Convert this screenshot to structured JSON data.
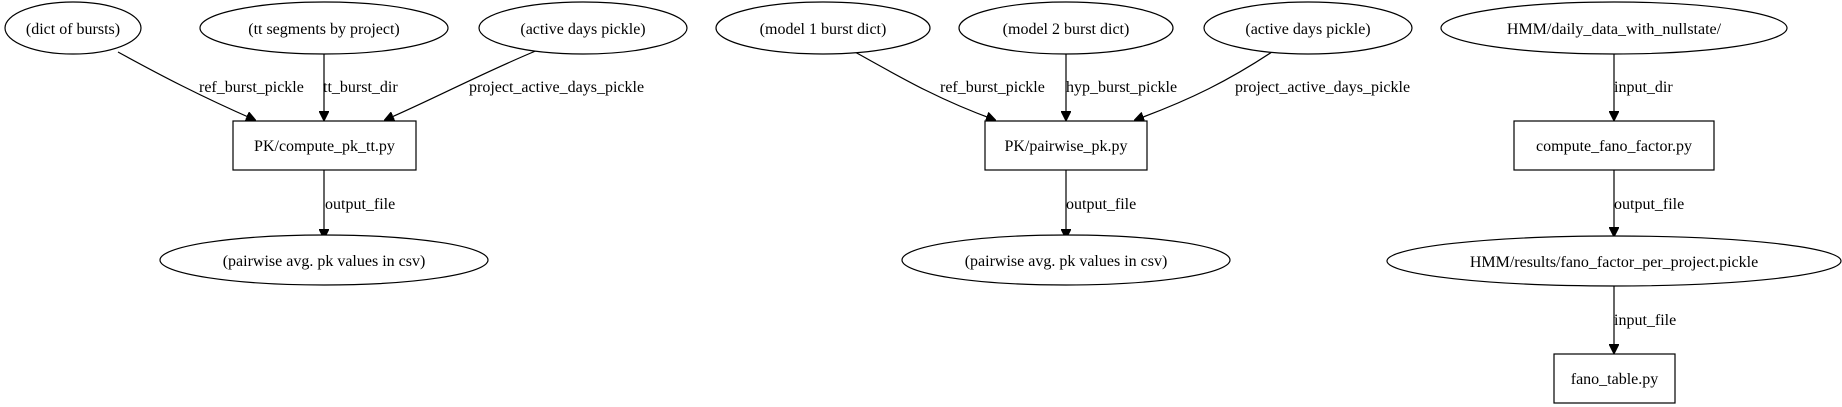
{
  "graph1": {
    "in1": "(dict of bursts)",
    "in2": "(tt segments by project)",
    "in3": "(active days pickle)",
    "script": "PK/compute_pk_tt.py",
    "out": "(pairwise avg. pk values in csv)",
    "e1": "ref_burst_pickle",
    "e2": "tt_burst_dir",
    "e3": "project_active_days_pickle",
    "e4": "output_file"
  },
  "graph2": {
    "in1": "(model 1 burst dict)",
    "in2": "(model 2 burst dict)",
    "in3": "(active days pickle)",
    "script": "PK/pairwise_pk.py",
    "out": "(pairwise avg. pk values in csv)",
    "e1": "ref_burst_pickle",
    "e2": "hyp_burst_pickle",
    "e3": "project_active_days_pickle",
    "e4": "output_file"
  },
  "graph3": {
    "in1": "HMM/daily_data_with_nullstate/",
    "script": "compute_fano_factor.py",
    "out": "HMM/results/fano_factor_per_project.pickle",
    "script2": "fano_table.py",
    "e1": "input_dir",
    "e2": "output_file",
    "e3": "input_file"
  }
}
